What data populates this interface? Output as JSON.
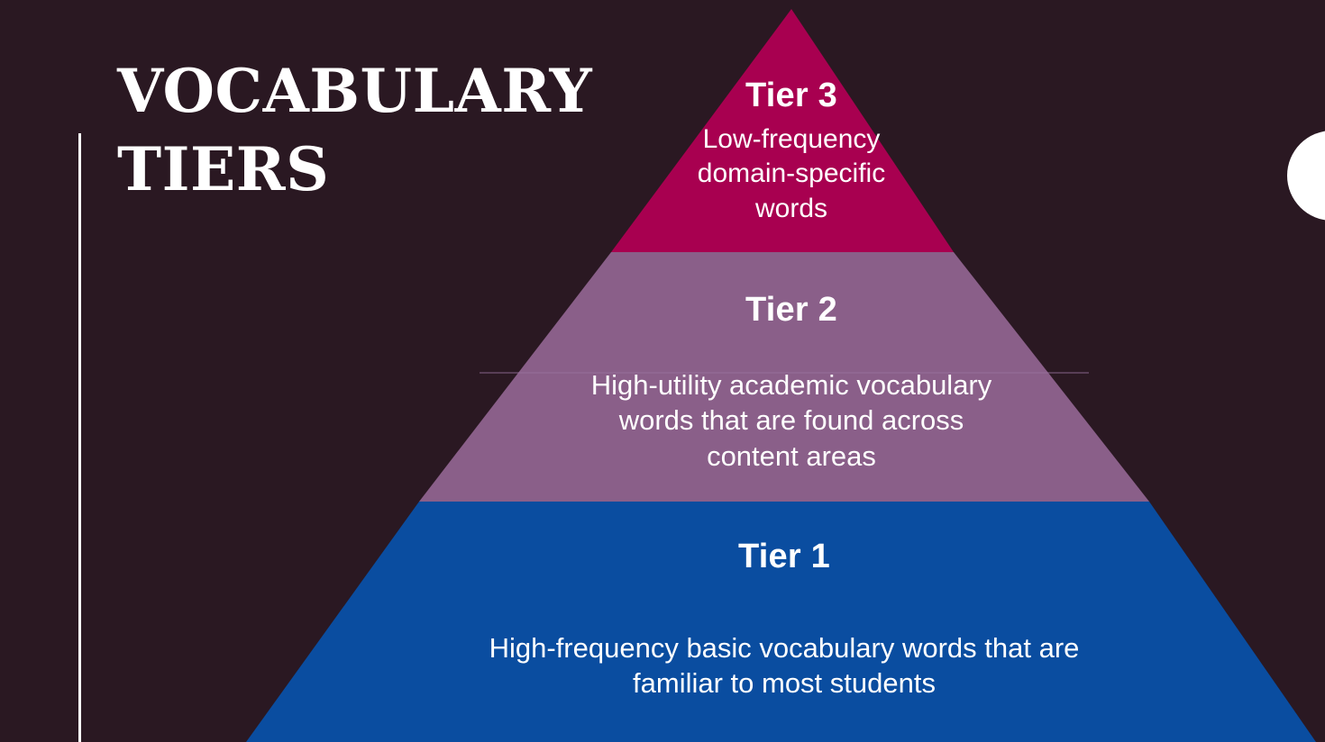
{
  "slide": {
    "title_line_1": "VOCABULARY",
    "title_line_2": "TIERS",
    "title_full": "VOCABULARY\nTIERS",
    "background_color": "#2A1822",
    "accent_rule_color": "#FFFFFF",
    "circle_color": "#FFFFFF"
  },
  "diagram": {
    "type": "pyramid",
    "orientation": "apex-up",
    "levels": 3,
    "apex_label": "Tier 3",
    "base_label": "Tier 1",
    "tiers": [
      {
        "id": "tier-3",
        "heading": "Tier 3",
        "heading_word": "Tier",
        "heading_number": "3",
        "body": "Low-frequency\ndomain-specific\nwords",
        "body_lines": [
          "Low-frequency",
          "domain-specific",
          "words"
        ],
        "color": "#A80050",
        "position": "top",
        "rank": 3
      },
      {
        "id": "tier-2",
        "heading": "Tier 2",
        "heading_word": "Tier",
        "heading_number": "2",
        "body": "High-utility academic vocabulary\nwords that are found across\ncontent areas",
        "body_lines": [
          "High-utility academic vocabulary",
          "words that are found across",
          "content areas"
        ],
        "color": "#8A5F89",
        "position": "middle",
        "rank": 2
      },
      {
        "id": "tier-1",
        "heading": "Tier 1",
        "heading_word": "Tier",
        "heading_number": "1",
        "body": "High-frequency basic vocabulary words that are\nfamiliar to most students",
        "body_lines": [
          "High-frequency basic vocabulary words that are",
          "familiar to most students"
        ],
        "color": "#0A4DA0",
        "position": "bottom",
        "rank": 1
      }
    ]
  }
}
